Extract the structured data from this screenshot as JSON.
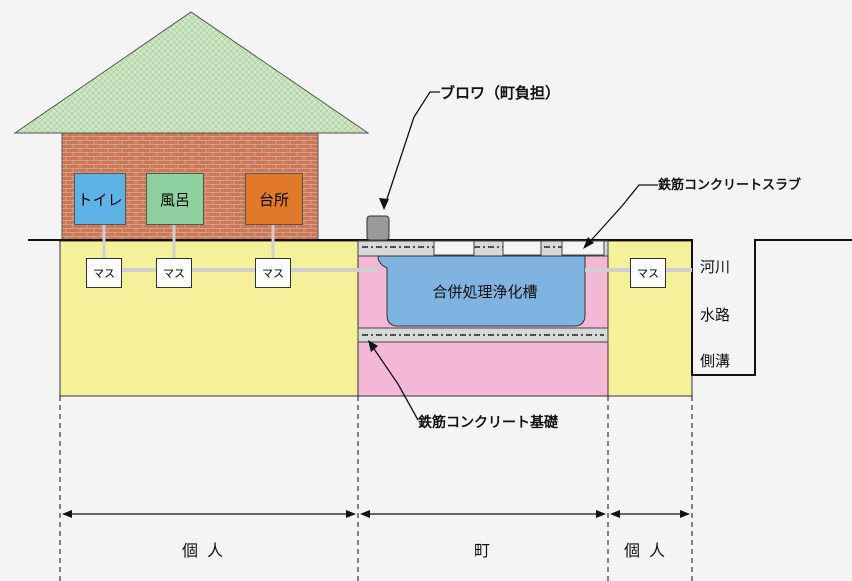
{
  "house": {
    "rooms": [
      {
        "label": "トイレ",
        "color": "#5db3e6"
      },
      {
        "label": "風呂",
        "color": "#8fd19e"
      },
      {
        "label": "台所",
        "color": "#e2782a"
      }
    ]
  },
  "masu_label": "マス",
  "tank": {
    "label": "合併処理浄化槽",
    "color": "#7fb3e0"
  },
  "callouts": {
    "blower": "ブロワ（町負担）",
    "slab": "鉄筋コンクリートスラブ",
    "foundation": "鉄筋コンクリート基礎"
  },
  "outlets": [
    "河川",
    "水路",
    "側溝"
  ],
  "responsibility": {
    "left": "個 人",
    "middle": "町",
    "right": "個 人"
  },
  "colors": {
    "soil": "#f5f09a",
    "town_zone": "#f3b8d6",
    "roof": "#c8e6c2",
    "brick": "#c77a5a"
  }
}
